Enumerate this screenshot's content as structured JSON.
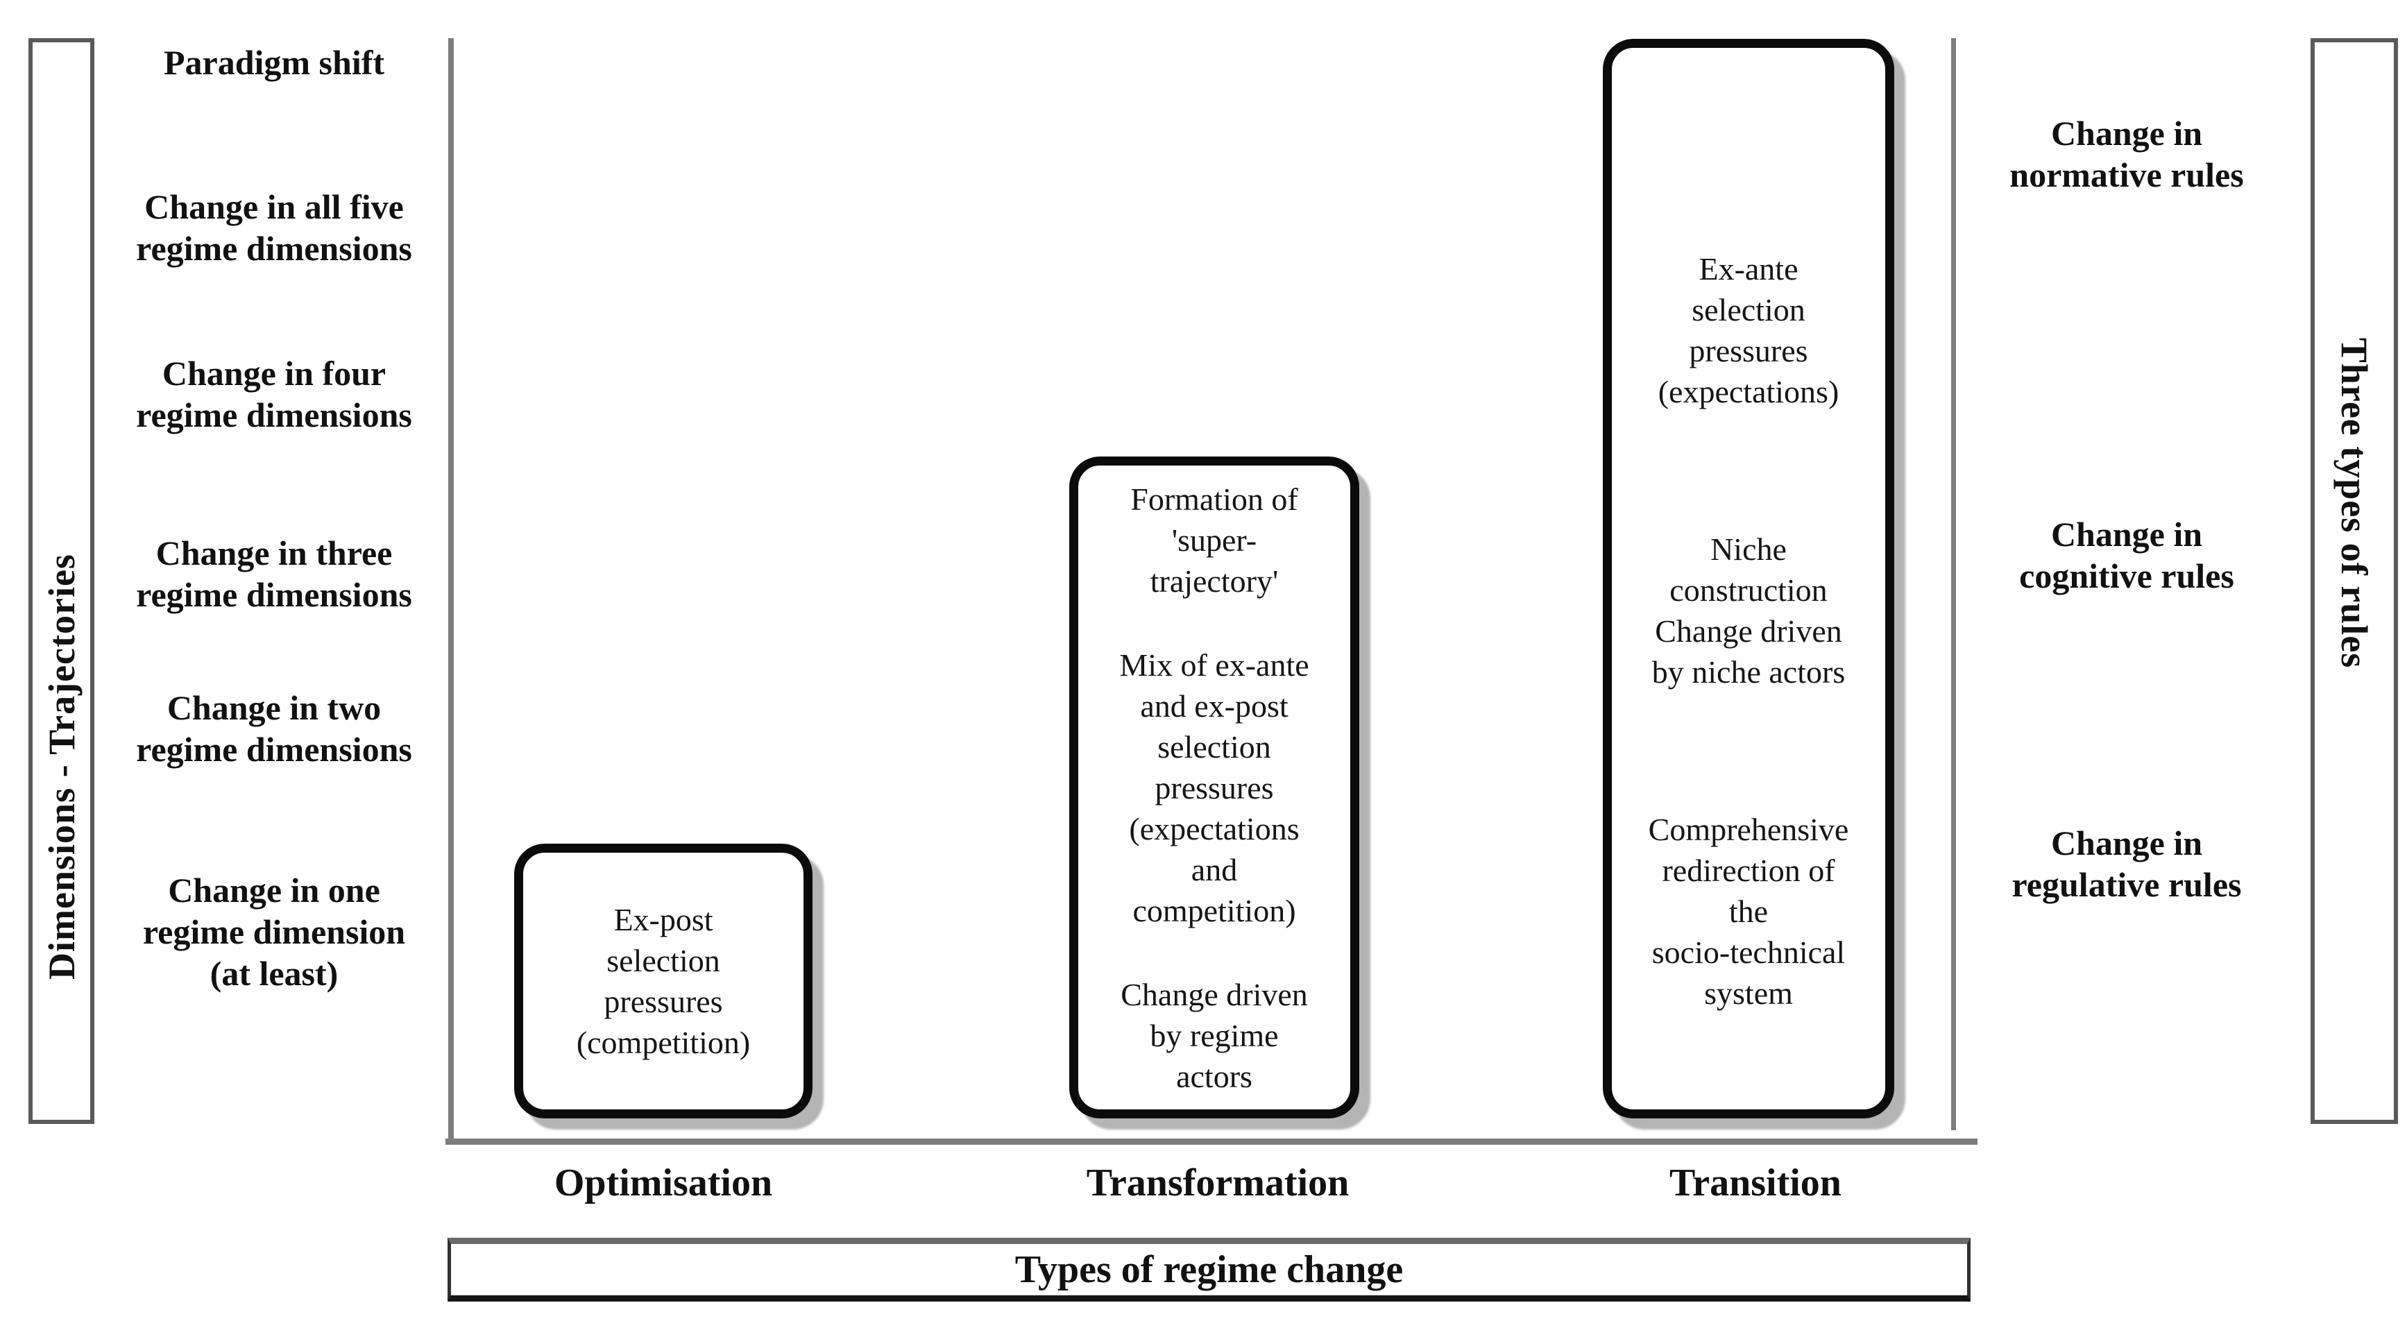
{
  "left_axis": {
    "title": "Dimensions - Trajectories",
    "labels": [
      "Paradigm shift",
      "Change in all five\nregime dimensions",
      "Change in four\nregime dimensions",
      "Change in three\nregime dimensions",
      "Change in two\nregime dimensions",
      "Change in one\nregime dimension\n(at least)"
    ]
  },
  "right_axis": {
    "title": "Three types of rules",
    "labels": [
      "Change in\nnormative rules",
      "Change in\ncognitive rules",
      "Change in\nregulative rules"
    ]
  },
  "x_axis": {
    "title": "Types of regime change",
    "categories": [
      "Optimisation",
      "Transformation",
      "Transition"
    ]
  },
  "boxes": [
    {
      "paragraphs": [
        "Ex-post\nselection\npressures\n(competition)"
      ]
    },
    {
      "paragraphs": [
        "Formation of\n'super-\ntrajectory'",
        "Mix of ex-ante\nand ex-post\nselection\npressures\n(expectations\nand\ncompetition)",
        "Change driven\nby regime\nactors"
      ]
    },
    {
      "paragraphs": [
        "Ex-ante\nselection\npressures\n(expectations)",
        "Niche\nconstruction\nChange driven\nby niche actors",
        "Comprehensive\nredirection of\nthe\nsocio-technical\nsystem"
      ]
    }
  ],
  "palette": {
    "background": "#ffffff",
    "text": "#111111",
    "rounded_box_border": "#0b0b0b",
    "rounded_box_shadow": "#b4b4b4",
    "axis_line_gray": "#7d7d7d",
    "frame_border_gray": "#5a5a5a"
  }
}
